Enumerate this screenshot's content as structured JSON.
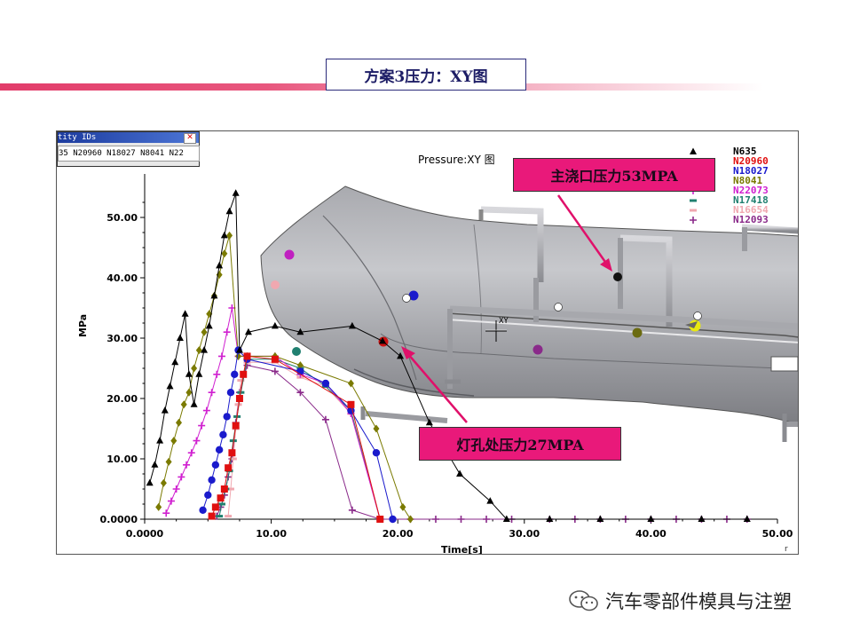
{
  "slide": {
    "title": "方案3压力：XY图"
  },
  "entity_box": {
    "title": "tity IDs",
    "ids_text": "35 N20960 N18027 N8041 N22"
  },
  "plot": {
    "title": "Pressure:XY 图",
    "xy_marker": "XY",
    "corner_mark": "r"
  },
  "callouts": {
    "main_gate": "主浇口压力53MPA",
    "lamp_hole": "灯孔处压力27MPA"
  },
  "watermark": {
    "text": "汽车零部件模具与注塑",
    "icon": "wechat-icon"
  },
  "colors": {
    "N635": "#000000",
    "N20960": "#e01010",
    "N18027": "#1a1acc",
    "N8041": "#7a7a00",
    "N22073": "#d020d0",
    "N17418": "#208070",
    "N16654": "#f0a8b0",
    "N12093": "#8a2a8a",
    "callout_bg": "#e9197a",
    "arrow": "#e0106a"
  },
  "chart_data": {
    "type": "scatter",
    "title": "Pressure:XY 图",
    "xlabel": "Time[s]",
    "ylabel": "MPa",
    "xlim": [
      0,
      50
    ],
    "ylim": [
      0,
      55
    ],
    "xticks": [
      "0.0000",
      "10.00",
      "20.00",
      "30.00",
      "40.00",
      "50.00"
    ],
    "yticks": [
      "0.0000",
      "10.00",
      "20.00",
      "30.00",
      "40.00",
      "50.00"
    ],
    "grid": false,
    "legend_position": "top-right",
    "series": [
      {
        "name": "N635",
        "color": "#000000",
        "marker": "triangle",
        "points": [
          [
            0.4,
            6
          ],
          [
            0.8,
            9
          ],
          [
            1.2,
            13
          ],
          [
            1.6,
            18
          ],
          [
            2.0,
            22
          ],
          [
            2.4,
            26
          ],
          [
            2.8,
            30
          ],
          [
            3.2,
            34
          ],
          [
            3.5,
            24
          ],
          [
            3.9,
            19
          ],
          [
            4.3,
            24
          ],
          [
            4.7,
            28
          ],
          [
            5.1,
            32
          ],
          [
            5.5,
            37
          ],
          [
            5.9,
            42
          ],
          [
            6.3,
            47
          ],
          [
            6.7,
            51
          ],
          [
            7.2,
            54
          ],
          [
            7.5,
            28
          ],
          [
            8.2,
            31
          ],
          [
            10.3,
            32
          ],
          [
            12.3,
            31
          ],
          [
            16.4,
            32
          ],
          [
            18.8,
            29.5
          ],
          [
            20.2,
            27
          ],
          [
            22.5,
            16
          ],
          [
            24.9,
            7.5
          ],
          [
            27.3,
            3
          ],
          [
            28.6,
            0
          ],
          [
            32,
            0
          ],
          [
            36,
            0
          ],
          [
            40,
            0
          ],
          [
            44,
            0
          ],
          [
            47.6,
            0
          ]
        ]
      },
      {
        "name": "N20960",
        "color": "#e01010",
        "marker": "square",
        "points": [
          [
            5.3,
            0.5
          ],
          [
            5.6,
            2
          ],
          [
            6.0,
            3.5
          ],
          [
            6.3,
            5
          ],
          [
            6.6,
            8.5
          ],
          [
            6.9,
            11
          ],
          [
            7.2,
            15.5
          ],
          [
            7.5,
            20
          ],
          [
            7.8,
            24
          ],
          [
            8.1,
            27
          ],
          [
            10.3,
            26.5
          ],
          [
            16.3,
            19
          ],
          [
            18.6,
            0
          ]
        ]
      },
      {
        "name": "N18027",
        "color": "#1a1acc",
        "marker": "circle",
        "points": [
          [
            4.6,
            1.5
          ],
          [
            5.0,
            4
          ],
          [
            5.3,
            6.5
          ],
          [
            5.6,
            9
          ],
          [
            5.9,
            11.5
          ],
          [
            6.2,
            14
          ],
          [
            6.5,
            17
          ],
          [
            6.8,
            21
          ],
          [
            7.1,
            24
          ],
          [
            7.4,
            28
          ],
          [
            8.1,
            26.5
          ],
          [
            12.3,
            24.5
          ],
          [
            14.3,
            22.5
          ],
          [
            16.3,
            18
          ],
          [
            18.3,
            11
          ],
          [
            19.6,
            0
          ]
        ]
      },
      {
        "name": "N8041",
        "color": "#7a7a00",
        "marker": "diamond",
        "points": [
          [
            1.1,
            2
          ],
          [
            1.5,
            6
          ],
          [
            1.9,
            9.5
          ],
          [
            2.3,
            13
          ],
          [
            2.7,
            16
          ],
          [
            3.1,
            19
          ],
          [
            3.5,
            21
          ],
          [
            3.9,
            25
          ],
          [
            4.3,
            28
          ],
          [
            4.7,
            31
          ],
          [
            5.1,
            34
          ],
          [
            5.5,
            37
          ],
          [
            5.9,
            40.5
          ],
          [
            6.3,
            44
          ],
          [
            6.7,
            47
          ],
          [
            7.4,
            27
          ],
          [
            8.1,
            27
          ],
          [
            10.3,
            27
          ],
          [
            12.3,
            25.5
          ],
          [
            16.3,
            22.5
          ],
          [
            18.3,
            15
          ],
          [
            20.4,
            2
          ],
          [
            21.0,
            0
          ]
        ]
      },
      {
        "name": "N22073",
        "color": "#d020d0",
        "marker": "plus",
        "points": [
          [
            1.7,
            1
          ],
          [
            2.1,
            3
          ],
          [
            2.5,
            5
          ],
          [
            2.9,
            7
          ],
          [
            3.3,
            9
          ],
          [
            3.7,
            11
          ],
          [
            4.1,
            13
          ],
          [
            4.5,
            15.5
          ],
          [
            4.9,
            18
          ],
          [
            5.3,
            21
          ],
          [
            5.7,
            24
          ],
          [
            6.1,
            27
          ],
          [
            6.5,
            31
          ],
          [
            6.9,
            35
          ],
          [
            7.4,
            27
          ],
          [
            8.1,
            27
          ],
          [
            10.3,
            27
          ],
          [
            12.3,
            24
          ],
          [
            14.3,
            22.5
          ],
          [
            16.3,
            17.5
          ],
          [
            18.6,
            0
          ]
        ]
      },
      {
        "name": "N17418",
        "color": "#208070",
        "marker": "dash",
        "points": [
          [
            5.9,
            0.5
          ],
          [
            6.1,
            2.5
          ],
          [
            6.4,
            5
          ],
          [
            6.7,
            8
          ],
          [
            7.0,
            13
          ],
          [
            7.3,
            17
          ],
          [
            7.6,
            21
          ],
          [
            8.1,
            26.5
          ],
          [
            10.3,
            26.5
          ],
          [
            12.3,
            25
          ],
          [
            14.3,
            22
          ],
          [
            16.3,
            18
          ],
          [
            18.6,
            0
          ]
        ]
      },
      {
        "name": "N16654",
        "color": "#f0a8b0",
        "marker": "dash",
        "points": [
          [
            6.6,
            0.5
          ],
          [
            6.8,
            5
          ],
          [
            7.0,
            10
          ],
          [
            7.2,
            15
          ],
          [
            7.4,
            19
          ],
          [
            7.6,
            23
          ],
          [
            8.1,
            26
          ],
          [
            10.3,
            26
          ],
          [
            12.3,
            23.5
          ],
          [
            14.3,
            22
          ],
          [
            16.3,
            17.5
          ],
          [
            18.6,
            0
          ]
        ]
      },
      {
        "name": "N12093",
        "color": "#8a2a8a",
        "marker": "plus",
        "points": [
          [
            5.7,
            0.5
          ],
          [
            6.0,
            2
          ],
          [
            6.3,
            4
          ],
          [
            6.6,
            7
          ],
          [
            6.9,
            10
          ],
          [
            7.2,
            16
          ],
          [
            7.5,
            21
          ],
          [
            8.1,
            25.5
          ],
          [
            10.3,
            24.5
          ],
          [
            12.3,
            21
          ],
          [
            14.3,
            16.5
          ],
          [
            16.4,
            1.5
          ],
          [
            18.6,
            0
          ],
          [
            21.0,
            0
          ],
          [
            23.0,
            0
          ],
          [
            25.0,
            0
          ],
          [
            27.0,
            0
          ],
          [
            29.0,
            0
          ],
          [
            32.0,
            0
          ],
          [
            34.0,
            0
          ],
          [
            36.0,
            0
          ],
          [
            38.0,
            0
          ],
          [
            40.0,
            0
          ],
          [
            42.0,
            0
          ],
          [
            44.0,
            0
          ],
          [
            46.0,
            0
          ],
          [
            47.6,
            0
          ]
        ]
      }
    ]
  }
}
